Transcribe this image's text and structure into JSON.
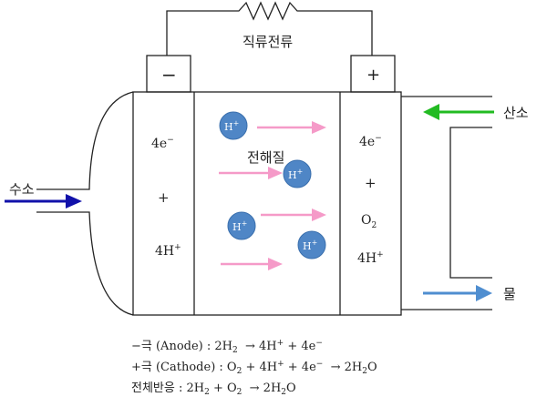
{
  "labels": {
    "circuit": "직류전류",
    "neg_terminal": "−",
    "pos_terminal": "+",
    "electrolyte": "전해질",
    "hydrogen": "수소",
    "oxygen": "산소",
    "water": "물",
    "ion": "H"
  },
  "anode_side": {
    "electrons": "4e",
    "plus": "+",
    "protons": "4H"
  },
  "cathode_side": {
    "electrons": "4e",
    "plus": "+",
    "oxygen": "O",
    "protons": "4H"
  },
  "equations": {
    "anode": {
      "label": "−극 (Anode) : 2H",
      "arrow": "→ 4H",
      "plus": "+ 4e"
    },
    "cathode": {
      "label": "+극 (Cathode) : O",
      "mid": "+ 4H",
      "plus": "+ 4e",
      "arrow": "→ 2H",
      "o": "O"
    },
    "overall": {
      "label": "전체반응 : 2H",
      "plus": "+ O",
      "arrow": "→ 2H",
      "o": "O"
    }
  },
  "colors": {
    "hydrogen_arrow": "#1111aa",
    "oxygen_arrow": "#22bb22",
    "water_arrow": "#4f8ed0",
    "proton_arrow": "#f59ac8",
    "ion_fill": "#4f86c6"
  }
}
